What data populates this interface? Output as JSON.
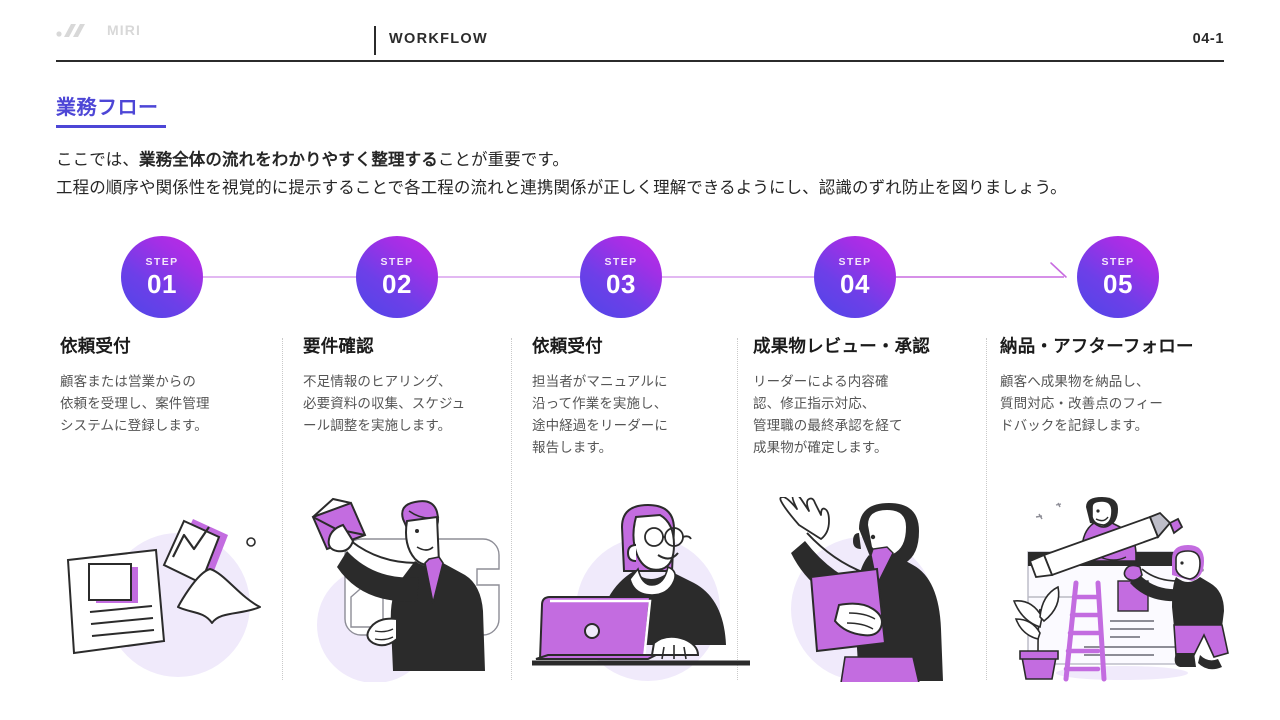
{
  "header": {
    "logo_text": "MIRI",
    "logo_icon": "miri-slash-logo",
    "title": "WORKFLOW",
    "page_number": "04-1"
  },
  "section": {
    "title": "業務フロー"
  },
  "lead": {
    "line1_a": "ここでは、",
    "line1_b": "業務全体の流れをわかりやすく整理する",
    "line1_c": "ことが重要です。",
    "line2": "工程の順序や関係性を視覚的に提示することで各工程の流れと連携関係が正しく理解できるようにし、認識のずれ防止を図りましょう。"
  },
  "steps": [
    {
      "step_label": "STEP",
      "number": "01",
      "title": "依頼受付",
      "desc_lines": [
        "顧客または営業からの",
        "依頼を受理し、案件管理",
        "システムに登録します。"
      ],
      "illustration": "documents-illustration"
    },
    {
      "step_label": "STEP",
      "number": "02",
      "title": "要件確認",
      "desc_lines": [
        "不足情報のヒアリング、",
        "必要資料の収集、スケジュ",
        "ール調整を実施します。"
      ],
      "illustration": "man-with-envelope-illustration"
    },
    {
      "step_label": "STEP",
      "number": "03",
      "title": "依頼受付",
      "desc_lines": [
        "担当者がマニュアルに",
        "沿って作業を実施し、",
        "途中経過をリーダーに",
        "報告します。"
      ],
      "illustration": "woman-at-laptop-illustration"
    },
    {
      "step_label": "STEP",
      "number": "04",
      "title": "成果物レビュー・承認",
      "desc_lines": [
        "リーダーによる内容確",
        "認、修正指示対応、",
        "管理職の最終承認を経て",
        "成果物が確定します。"
      ],
      "illustration": "woman-presenting-illustration"
    },
    {
      "step_label": "STEP",
      "number": "05",
      "title": "納品・アフターフォロー",
      "desc_lines": [
        "顧客へ成果物を納品し、",
        "質問対応・改善点のフィー",
        "ドバックを記録します。"
      ],
      "illustration": "team-building-page-illustration"
    }
  ],
  "colors": {
    "accent_purple": "#4d46d6",
    "gradient_start": "#4f46e8",
    "gradient_end": "#c229e4",
    "connector_line": "#d9a0ee",
    "illustration_fill": "#c36ce0",
    "illustration_bg": "#f0eafb",
    "ink": "#2b2b2b"
  }
}
